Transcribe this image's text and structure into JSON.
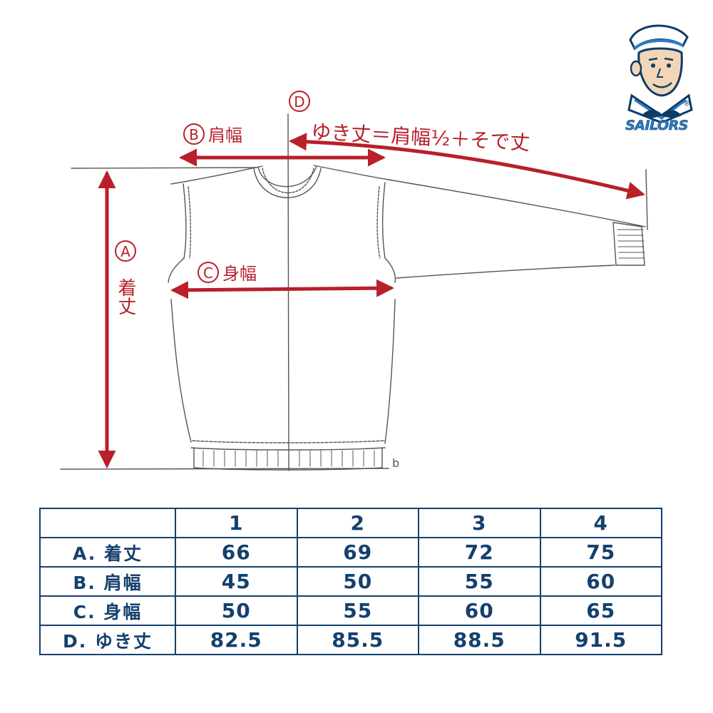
{
  "diagram": {
    "labels": {
      "a_circle": "A",
      "a_text": "着丈",
      "b_circle": "B",
      "b_text": "肩幅",
      "c_circle": "C",
      "c_text": "身幅",
      "d_circle": "D",
      "d_text": "ゆき丈＝肩幅½＋そで丈",
      "hem_mark": "b"
    },
    "colors": {
      "annotation": "#b8202a",
      "sketch": "#555555"
    }
  },
  "logo": {
    "text": "SAILORS",
    "reg": "®"
  },
  "size_table": {
    "headers": [
      "",
      "1",
      "2",
      "3",
      "4"
    ],
    "rows": [
      {
        "label": "A. 着丈",
        "values": [
          "66",
          "69",
          "72",
          "75"
        ]
      },
      {
        "label": "B. 肩幅",
        "values": [
          "45",
          "50",
          "55",
          "60"
        ]
      },
      {
        "label": "C. 身幅",
        "values": [
          "50",
          "55",
          "60",
          "65"
        ]
      },
      {
        "label": "D. ゆき丈",
        "values": [
          "82.5",
          "85.5",
          "88.5",
          "91.5"
        ]
      }
    ],
    "color": "#14406e"
  }
}
